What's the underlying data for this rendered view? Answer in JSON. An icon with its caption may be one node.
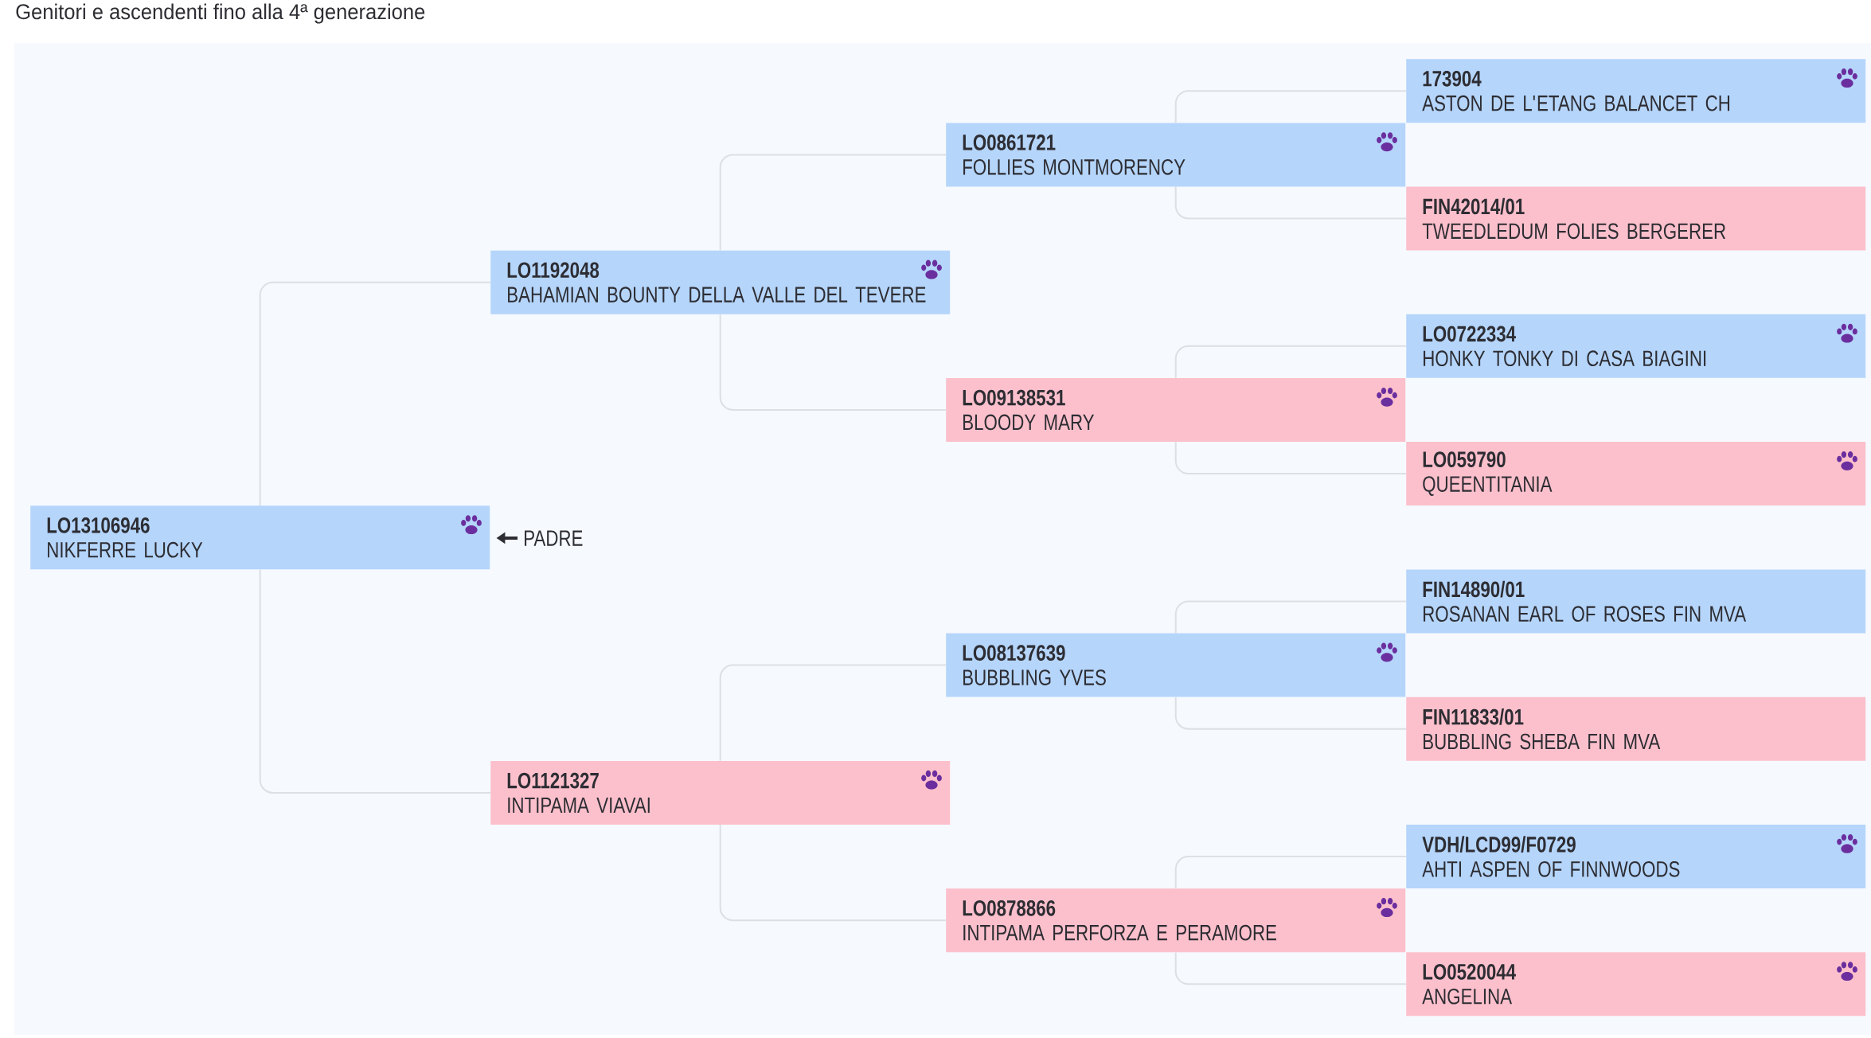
{
  "diagram": {
    "title": "Genitori e ascendenti fino alla 4ª generazione",
    "nodes": [
      {
        "text": [
          "LO13106946",
          "NIKFERRE LUCKY"
        ]
      },
      {
        "text": [
          "LO1192048",
          "BAHAMIAN BOUNTY DELLA VALLE DEL TEVERE"
        ]
      },
      {
        "text": [
          "LO1121327",
          "INTIPAMA VIAVAI"
        ]
      },
      {
        "text": [
          "LO0861721",
          "FOLLIES MONTMORENCY"
        ]
      },
      {
        "text": [
          "LO09138531",
          "BLOODY MARY"
        ]
      },
      {
        "text": [
          "LO08137639",
          "BUBBLING YVES"
        ]
      },
      {
        "text": [
          "LO0878866",
          "INTIPAMA PERFORZA E PERAMORE"
        ]
      },
      {
        "text": [
          "173904",
          "ASTON DE L'ETANG BALANCET CH"
        ]
      },
      {
        "text": [
          "FIN42014/01",
          "TWEEDLEDUM FOLIES BERGERER"
        ]
      },
      {
        "text": [
          "LO0722334",
          "HONKY TONKY DI CASA BIAGINI"
        ]
      },
      {
        "text": [
          "LO059790",
          "QUEENTITANIA"
        ]
      },
      {
        "text": [
          "FIN14890/01",
          "ROSANAN EARL OF ROSES FIN MVA"
        ]
      },
      {
        "text": [
          "FIN11833/01",
          "BUBBLING SHEBA FIN MVA"
        ]
      },
      {
        "text": [
          "VDH/LCD99/F0729",
          "AHTI ASPEN OF FINNWOODS"
        ]
      },
      {
        "text": [
          "LO0520044",
          "ANGELINA"
        ]
      },
      {
        "text": [
          "PADRE"
        ]
      }
    ],
    "edges": [
      {
        "from": 0,
        "to": 1,
        "arrow": "none"
      },
      {
        "from": 0,
        "to": 2,
        "arrow": "none"
      },
      {
        "from": 1,
        "to": 3,
        "arrow": "none"
      },
      {
        "from": 1,
        "to": 4,
        "arrow": "none"
      },
      {
        "from": 2,
        "to": 5,
        "arrow": "none"
      },
      {
        "from": 2,
        "to": 6,
        "arrow": "none"
      },
      {
        "from": 3,
        "to": 7,
        "arrow": "none"
      },
      {
        "from": 3,
        "to": 8,
        "arrow": "none"
      },
      {
        "from": 4,
        "to": 9,
        "arrow": "none"
      },
      {
        "from": 4,
        "to": 10,
        "arrow": "none"
      },
      {
        "from": 5,
        "to": 11,
        "arrow": "none"
      },
      {
        "from": 5,
        "to": 12,
        "arrow": "none"
      },
      {
        "from": 6,
        "to": 13,
        "arrow": "none"
      },
      {
        "from": 6,
        "to": 14,
        "arrow": "none"
      },
      {
        "from": 15,
        "to": 0,
        "arrow": "to",
        "color": "#2d2d33"
      }
    ]
  }
}
